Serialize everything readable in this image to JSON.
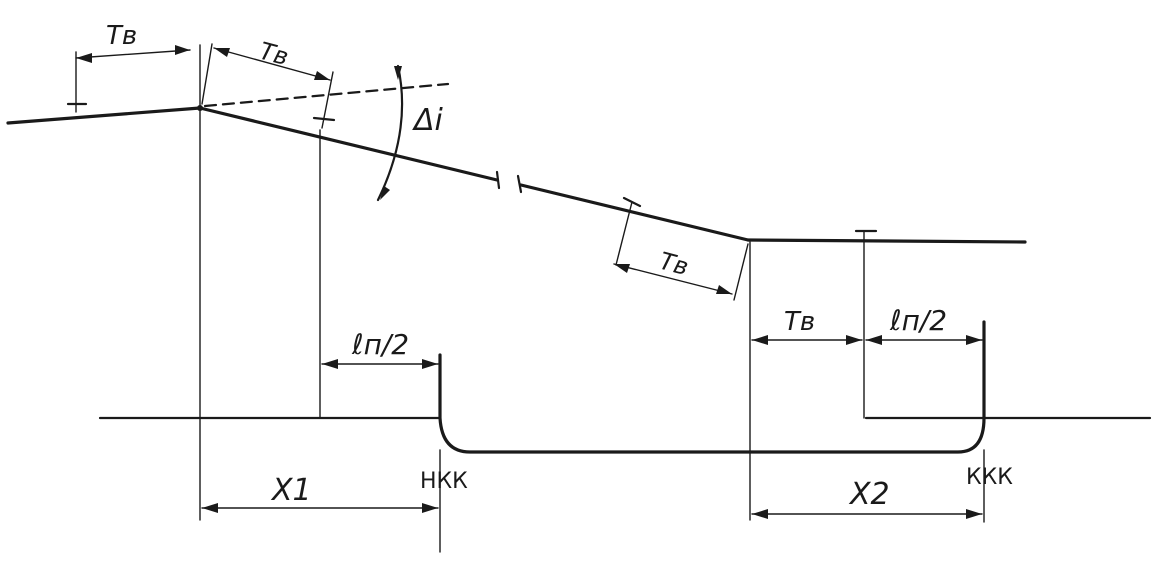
{
  "labels": {
    "tv_top_left": "Tв",
    "tv_top_slant": "Tв",
    "delta_i": "Δi",
    "tv_mid_slant": "Tв",
    "tv_right": "Tв",
    "ln2_left": "ℓп/2",
    "ln2_right": "ℓп/2",
    "x1": "X1",
    "x2": "X2",
    "nkk": "НКК",
    "kkk": "ККК"
  }
}
